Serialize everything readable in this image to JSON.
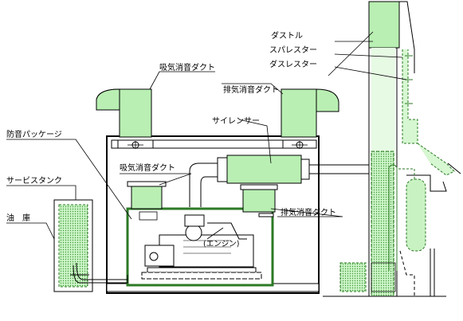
{
  "labels": {
    "duct_stool": "ダストル",
    "spa_lester": "スパレスター",
    "dus_lester": "ダスレスター",
    "intake_duct_top": "吸気消音ダクト",
    "exhaust_duct_top": "排気消音ダクト",
    "silencer": "サイレンサー",
    "soundproof_package": "防音パッケージ",
    "intake_duct_inner": "吸気消音ダクト",
    "service_tank": "サービスタンク",
    "oil_tank": "油　庫",
    "exhaust_duct_inner": "排気消音ダクト",
    "engine": "(エンジン)"
  },
  "colors": {
    "green_fill": "#b9efb3",
    "green_stroke": "#2c7a25",
    "green_dot": "#3f9a38",
    "line": "#000000"
  }
}
